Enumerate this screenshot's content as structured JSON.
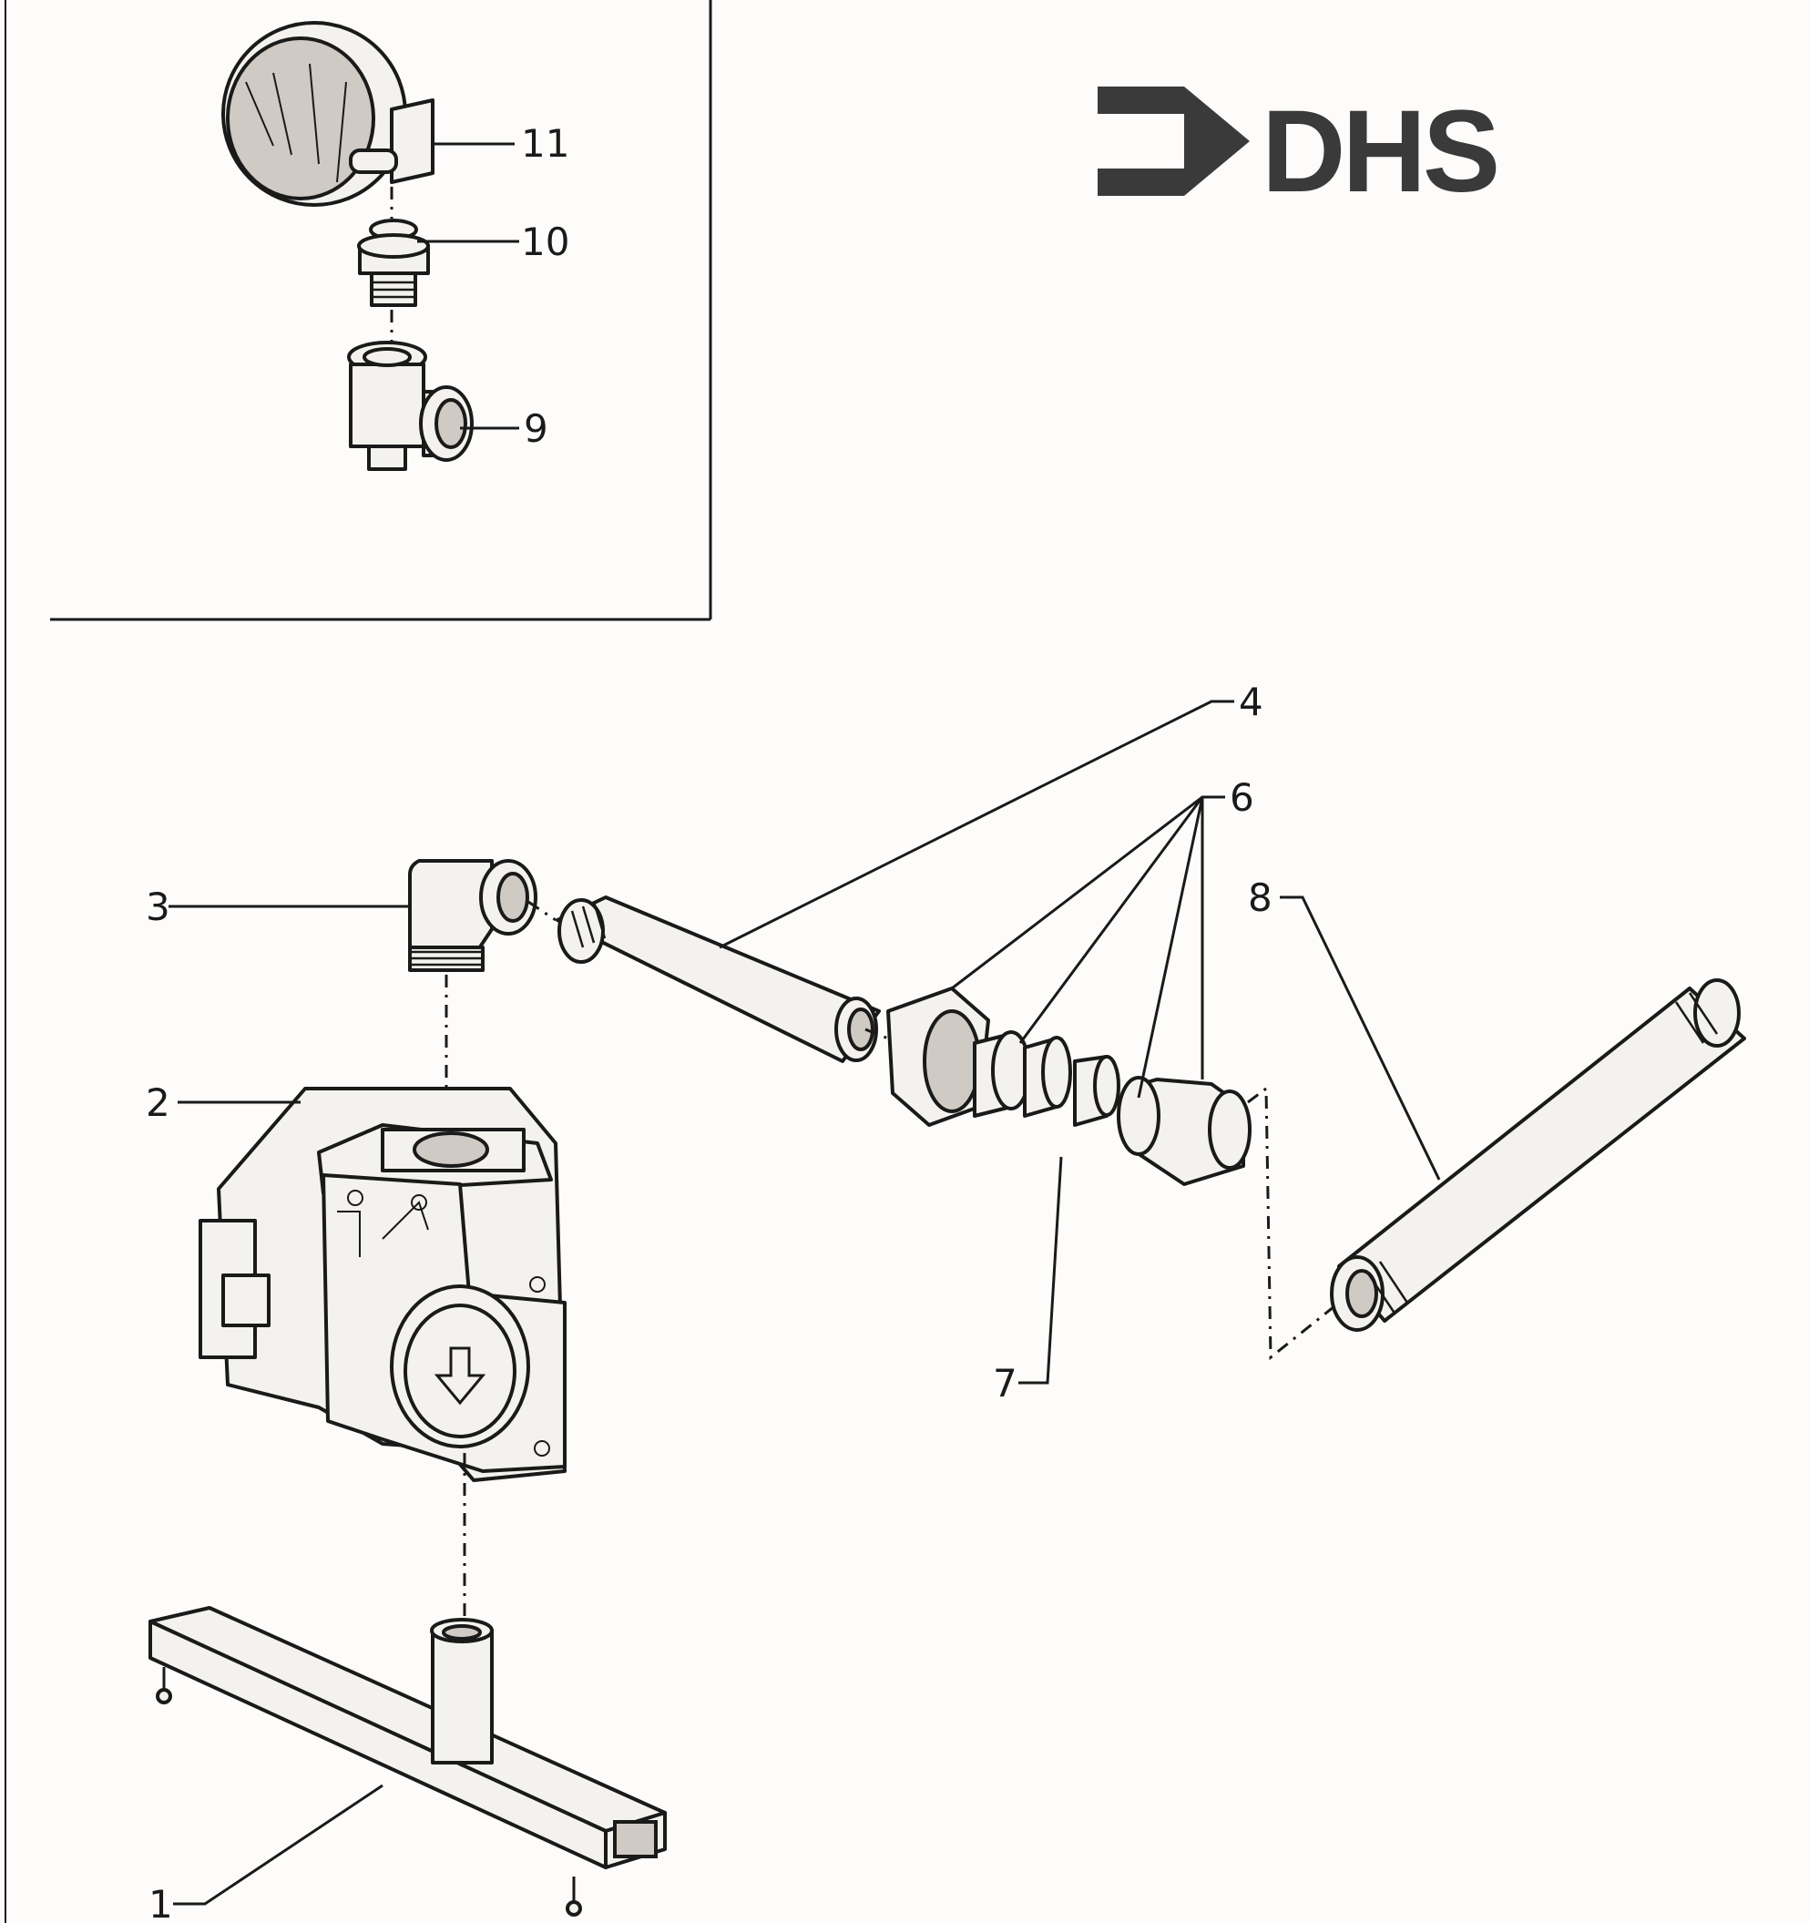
{
  "logo": {
    "text": "DHS"
  },
  "callouts": {
    "c1": "1",
    "c2": "2",
    "c3": "3",
    "c4": "4",
    "c6": "6",
    "c7": "7",
    "c8": "8",
    "c9": "9",
    "c10": "10",
    "c11": "11"
  }
}
